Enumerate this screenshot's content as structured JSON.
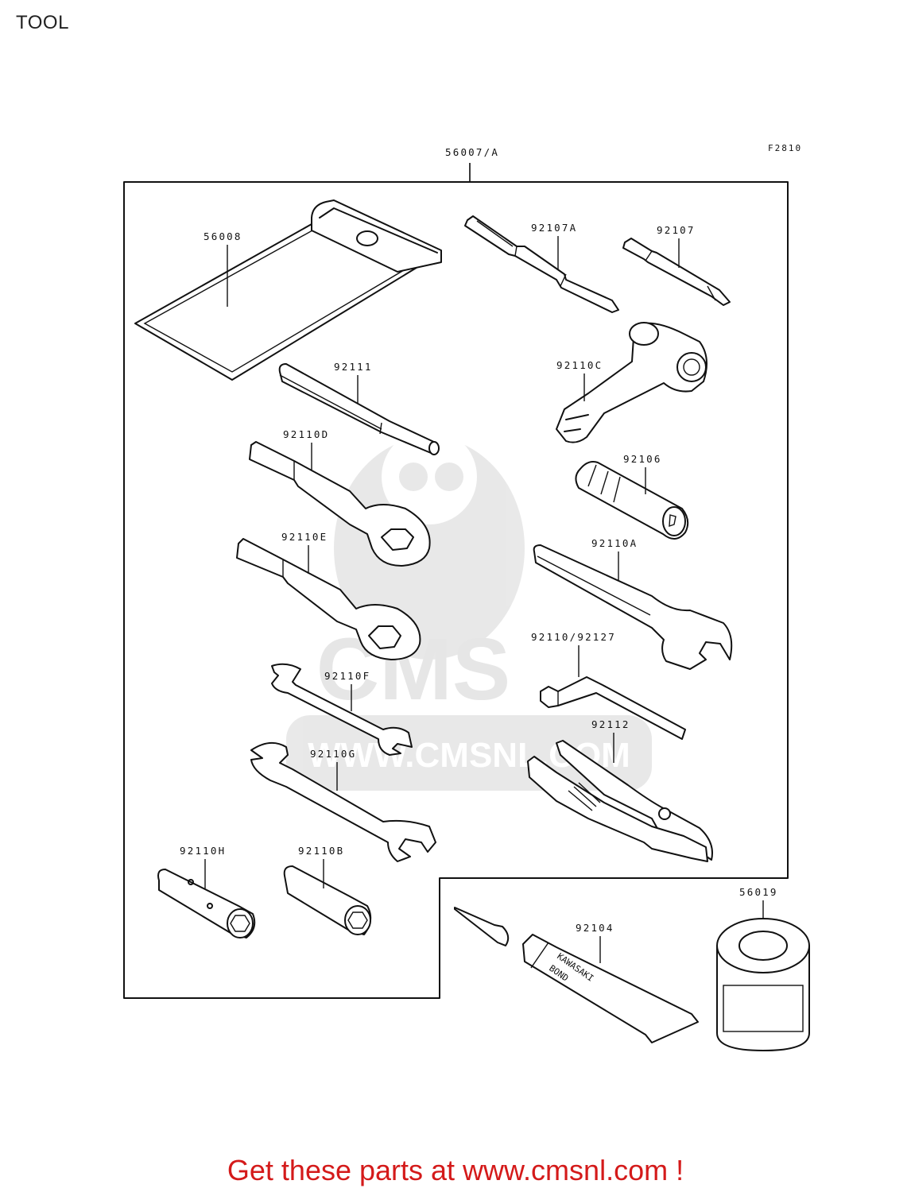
{
  "page": {
    "title": "TOOL",
    "figure_code": "F2810",
    "footer_link": "Get these parts at www.cmsnl.com !"
  },
  "watermark": {
    "brand": "CMS",
    "url": "WWW.CMSNL.COM"
  },
  "tube_print": {
    "line1": "KAWASAKI",
    "line2": "BOND"
  },
  "parts": [
    {
      "id": "kit",
      "number": "56007/A"
    },
    {
      "id": "tool-bag",
      "number": "56008"
    },
    {
      "id": "screwdriver-flat",
      "number": "92107A"
    },
    {
      "id": "screwdriver-phillips",
      "number": "92107"
    },
    {
      "id": "tommy-bar",
      "number": "92111"
    },
    {
      "id": "spoke-wrench",
      "number": "92110C"
    },
    {
      "id": "box-wrench-d",
      "number": "92110D"
    },
    {
      "id": "socket-adapter",
      "number": "92106"
    },
    {
      "id": "box-wrench-e",
      "number": "92110E"
    },
    {
      "id": "open-wrench-a",
      "number": "92110A"
    },
    {
      "id": "hex-key",
      "number": "92110/92127"
    },
    {
      "id": "open-wrench-f",
      "number": "92110F"
    },
    {
      "id": "pliers",
      "number": "92112"
    },
    {
      "id": "open-wrench-g",
      "number": "92110G"
    },
    {
      "id": "plug-socket-h",
      "number": "92110H"
    },
    {
      "id": "plug-socket-b",
      "number": "92110B"
    },
    {
      "id": "cement",
      "number": "92104"
    },
    {
      "id": "patch-kit",
      "number": "56019"
    }
  ]
}
